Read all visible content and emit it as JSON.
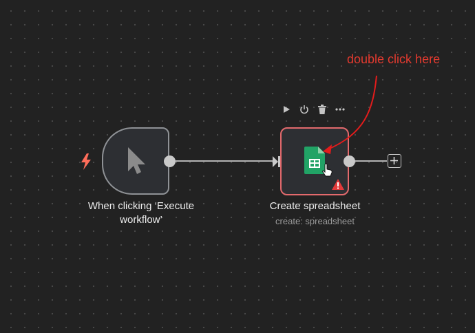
{
  "annotation": {
    "text": "double click here",
    "color": "#e23a2f"
  },
  "trigger_node": {
    "label": "When clicking ‘Execute workflow’",
    "node_icon": "cursor-arrow-icon",
    "badge_icon": "lightning-bolt-icon",
    "badge_color": "#ff6d5a"
  },
  "action_node": {
    "label": "Create spreadsheet",
    "subtitle": "create: spreadsheet",
    "node_icon": "google-sheets-icon",
    "status_icon": "warning-triangle-icon",
    "border_color": "#e36a6d"
  },
  "node_toolbar": {
    "items": [
      "play-icon",
      "power-icon",
      "trash-icon",
      "more-horizontal-icon"
    ]
  },
  "add_node_button": {
    "icon": "plus-icon"
  }
}
